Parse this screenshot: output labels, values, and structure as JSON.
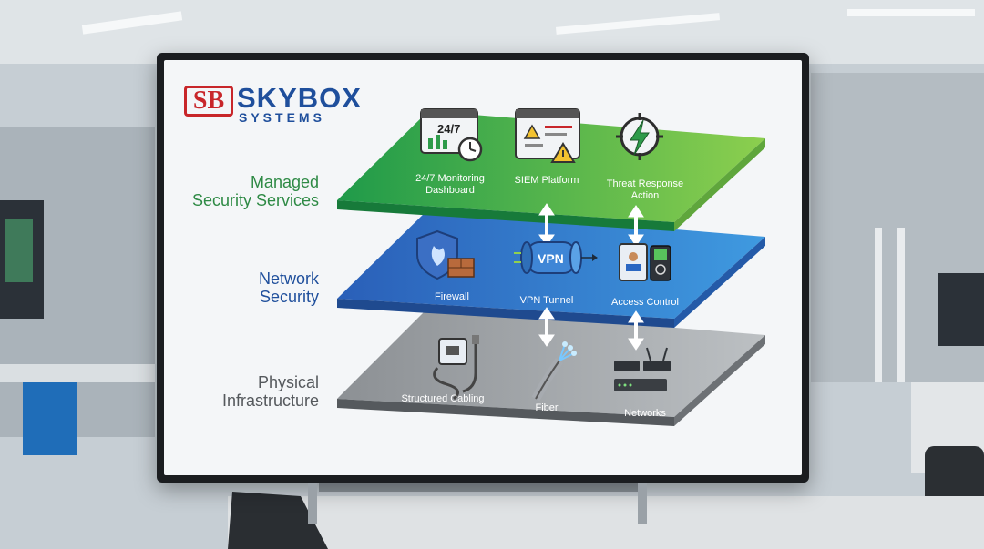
{
  "brand": {
    "badge": "SB",
    "name_line1": "SKYBOX",
    "name_line2": "SYSTEMS",
    "red": "#c8262a",
    "blue": "#1f4f9c"
  },
  "layers": [
    {
      "id": "managed",
      "title_line1": "Managed",
      "title_line2": "Security Services",
      "color": "#2e9b4a",
      "items": [
        {
          "icon": "monitoring-dashboard-icon",
          "icon_text": "24/7",
          "label_line1": "24/7 Monitoring",
          "label_line2": "Dashboard"
        },
        {
          "icon": "siem-platform-icon",
          "label_line1": "SIEM Platform",
          "label_line2": ""
        },
        {
          "icon": "threat-response-icon",
          "label_line1": "Threat Response",
          "label_line2": "Action"
        }
      ]
    },
    {
      "id": "network",
      "title_line1": "Network",
      "title_line2": "Security",
      "color": "#2a67c2",
      "items": [
        {
          "icon": "firewall-icon",
          "label_line1": "Firewall",
          "label_line2": ""
        },
        {
          "icon": "vpn-tunnel-icon",
          "icon_text": "VPN",
          "label_line1": "VPN Tunnel",
          "label_line2": ""
        },
        {
          "icon": "access-control-icon",
          "label_line1": "Access Control",
          "label_line2": ""
        }
      ]
    },
    {
      "id": "physical",
      "title_line1": "Physical",
      "title_line2": "Infrastructure",
      "color": "#6b6f73",
      "items": [
        {
          "icon": "structured-cabling-icon",
          "label_line1": "Structured Cabling",
          "label_line2": ""
        },
        {
          "icon": "fiber-icon",
          "label_line1": "Fiber",
          "label_line2": ""
        },
        {
          "icon": "networks-icon",
          "label_line1": "Networks",
          "label_line2": ""
        }
      ]
    }
  ]
}
